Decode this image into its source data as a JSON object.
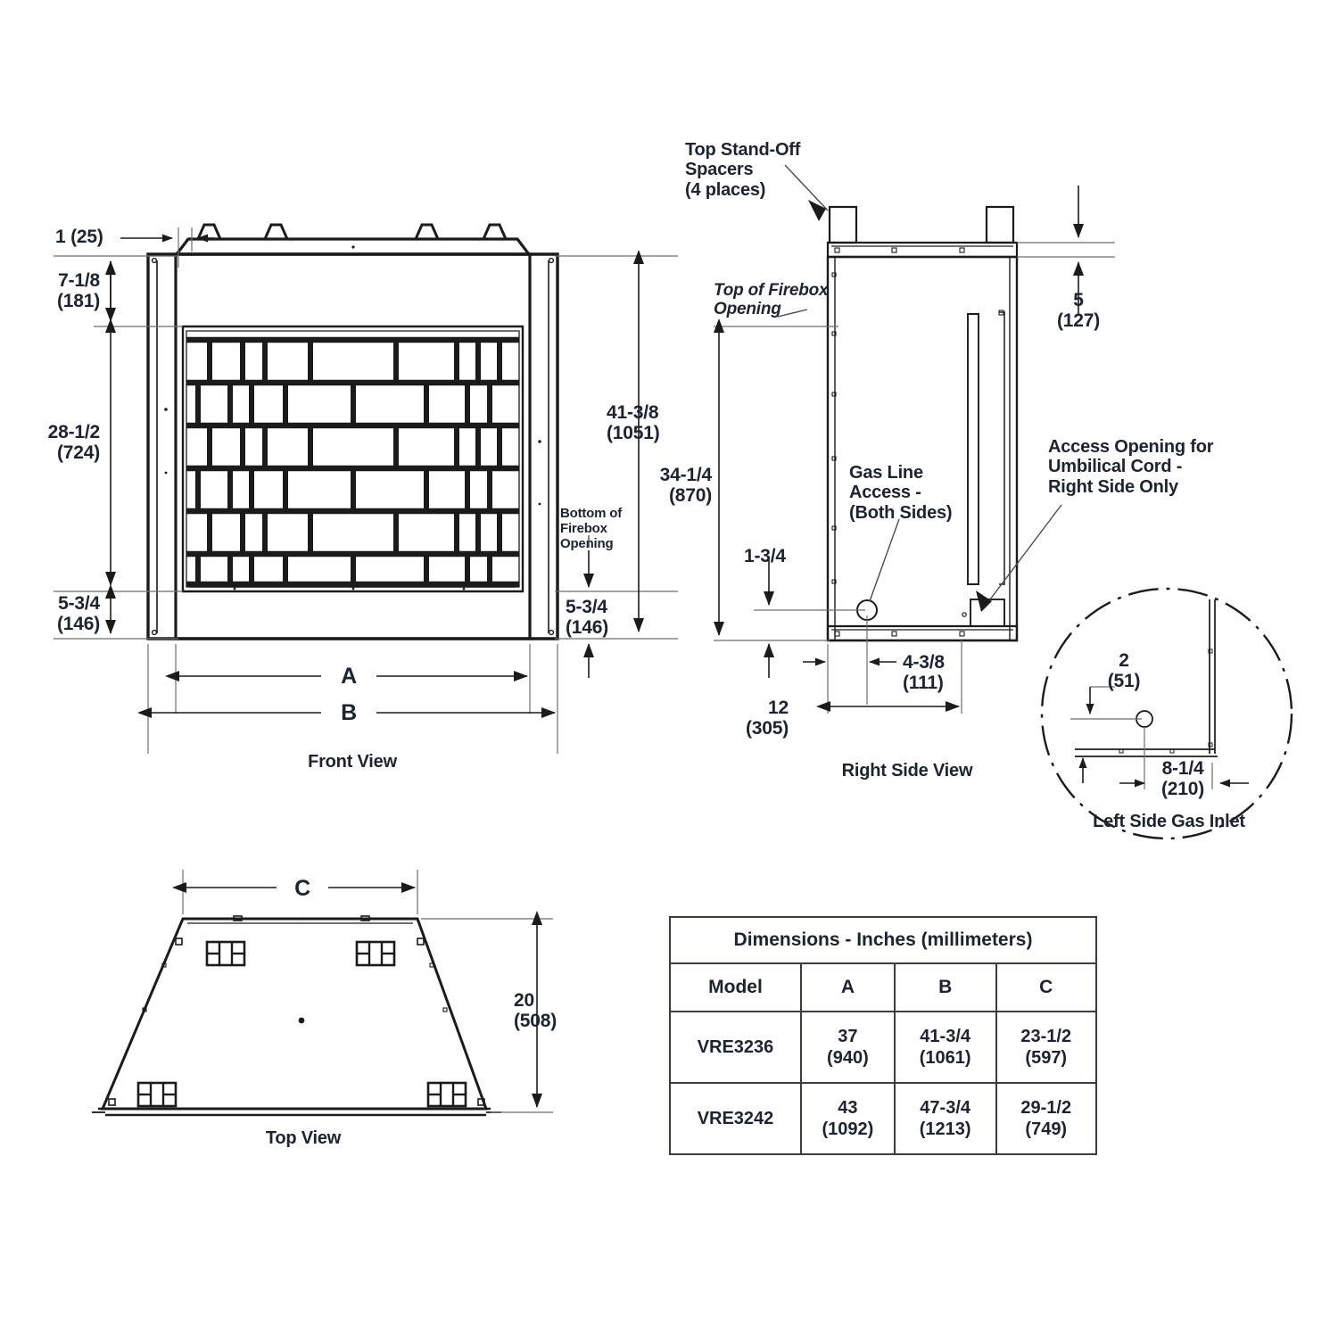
{
  "document": {
    "kind": "technical-dimension-drawing",
    "line_color": "#1b1b1b",
    "text_color": "#1b2430",
    "background": "#ffffff"
  },
  "front_view": {
    "title": "Front View",
    "dimensions": {
      "top_offset": {
        "inches": "1",
        "mm": "(25)",
        "combined": "1 (25)"
      },
      "top_to_firebox": {
        "inches": "7-1/8",
        "mm": "(181)"
      },
      "firebox_height": {
        "inches": "28-1/2",
        "mm": "(724)"
      },
      "bottom_left": {
        "inches": "5-3/4",
        "mm": "(146)"
      },
      "overall_height": {
        "inches": "41-3/8",
        "mm": "(1051)"
      },
      "bottom_right": {
        "inches": "5-3/4",
        "mm": "(146)"
      },
      "width_a": "A",
      "width_b": "B"
    },
    "callouts": {
      "bottom_of_firebox": "Bottom of\nFirebox\nOpening"
    }
  },
  "right_side_view": {
    "title": "Right Side View",
    "callouts": {
      "top_standoff": "Top Stand-Off\nSpacers\n(4 places)",
      "top_of_firebox": "Top of Firebox\nOpening",
      "gas_line_access": "Gas Line\nAccess -\n(Both Sides)",
      "umbilical": "Access Opening for\nUmbilical Cord -\nRight Side Only"
    },
    "dimensions": {
      "standoff_height": {
        "inches": "5",
        "mm": "(127)"
      },
      "firebox_top_height": {
        "inches": "34-1/4",
        "mm": "(870)"
      },
      "gas_line_height": {
        "inches": "1-3/4",
        "mm": ""
      },
      "gas_line_offset": {
        "inches": "4-3/8",
        "mm": "(111)"
      },
      "depth": {
        "inches": "12",
        "mm": "(305)"
      }
    }
  },
  "detail_view": {
    "title": "Left Side Gas Inlet",
    "dimensions": {
      "vertical": {
        "inches": "2",
        "mm": "(51)"
      },
      "horizontal": {
        "inches": "8-1/4",
        "mm": "(210)"
      }
    }
  },
  "top_view": {
    "title": "Top View",
    "dimensions": {
      "width_c": "C",
      "depth": {
        "inches": "20",
        "mm": "(508)"
      }
    }
  },
  "table": {
    "title": "Dimensions - Inches (millimeters)",
    "columns": [
      "Model",
      "A",
      "B",
      "C"
    ],
    "rows": [
      {
        "model": "VRE3236",
        "a_in": "37",
        "a_mm": "(940)",
        "b_in": "41-3/4",
        "b_mm": "(1061)",
        "c_in": "23-1/2",
        "c_mm": "(597)"
      },
      {
        "model": "VRE3242",
        "a_in": "43",
        "a_mm": "(1092)",
        "b_in": "47-3/4",
        "b_mm": "(1213)",
        "c_in": "29-1/2",
        "c_mm": "(749)"
      }
    ]
  }
}
